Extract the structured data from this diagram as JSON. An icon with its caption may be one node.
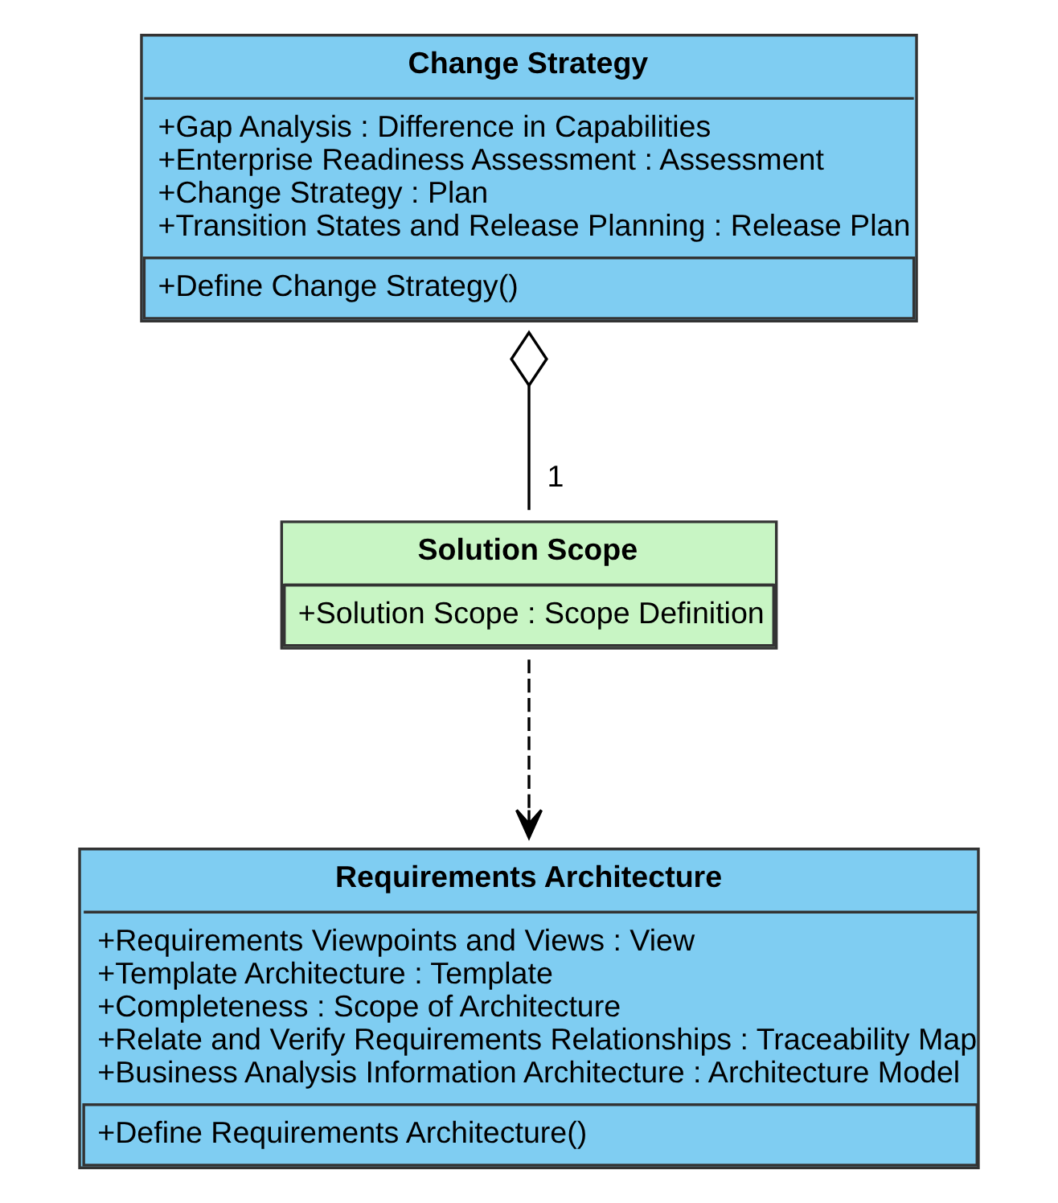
{
  "diagram": {
    "nodes": [
      {
        "text": [
          "Change Strategy",
          "+Gap Analysis : Difference in Capabilities",
          "+Enterprise Readiness Assessment : Assessment",
          "+Change Strategy : Plan",
          "+Transition States and Release Planning : Release Plan",
          "+Define Change Strategy()"
        ]
      },
      {
        "text": [
          "Solution Scope",
          "+Solution Scope : Scope Definition"
        ]
      },
      {
        "text": [
          "Requirements Architecture",
          "+Requirements Viewpoints and Views : View",
          "+Template Architecture : Template",
          "+Completeness : Scope of Architecture",
          "+Relate and Verify Requirements Relationships : Traceability Map",
          "+Business Analysis Information Architecture : Architecture Model",
          "+Define Requirements Architecture()"
        ]
      }
    ],
    "edges": [
      {
        "from": 0,
        "to": 1,
        "arrow": "other",
        "label": "1"
      },
      {
        "from": 1,
        "to": 2,
        "arrow": "to",
        "style": "dashed"
      }
    ]
  }
}
